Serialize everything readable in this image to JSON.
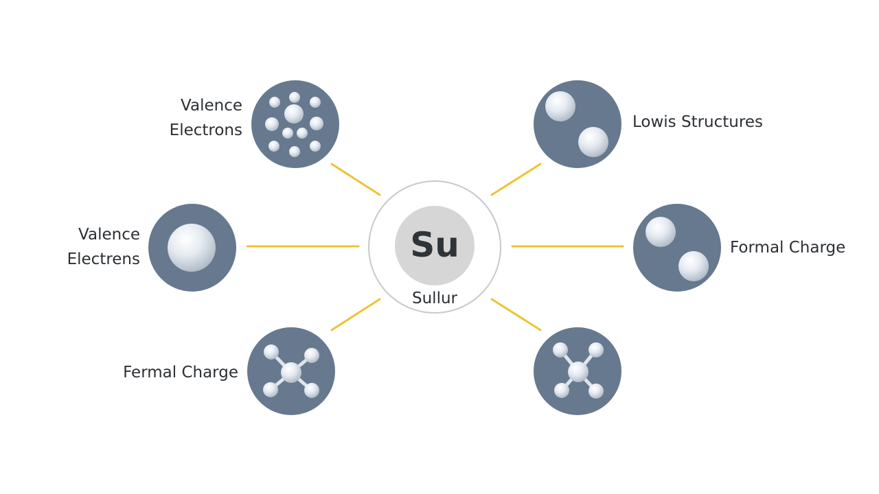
{
  "center": {
    "symbol": "Su",
    "name": "Sullur"
  },
  "nodes": [
    {
      "id": "valence-electrons-top",
      "icon": "electron-cluster-icon",
      "label_lines": [
        "Valence",
        "Electrons"
      ]
    },
    {
      "id": "lowis-structures",
      "icon": "two-spheres-icon",
      "label_lines": [
        "Lowis Structures"
      ]
    },
    {
      "id": "valence-electrens",
      "icon": "single-sphere-icon",
      "label_lines": [
        "Valence",
        "Electrens"
      ]
    },
    {
      "id": "formal-charge",
      "icon": "two-spheres-icon",
      "label_lines": [
        "Formal Charge"
      ]
    },
    {
      "id": "fermal-charge",
      "icon": "molecule-icon",
      "label_lines": [
        "Fermal Charge"
      ]
    },
    {
      "id": "unlabeled-molecule",
      "icon": "molecule-icon",
      "label_lines": []
    }
  ],
  "colors": {
    "node_fill": "#66798e",
    "sphere": "#e3e8ee",
    "connector": "#efc232",
    "center_ring": "#c9c9c9",
    "center_fill": "#d6d6d6",
    "text": "#2b2f33"
  }
}
